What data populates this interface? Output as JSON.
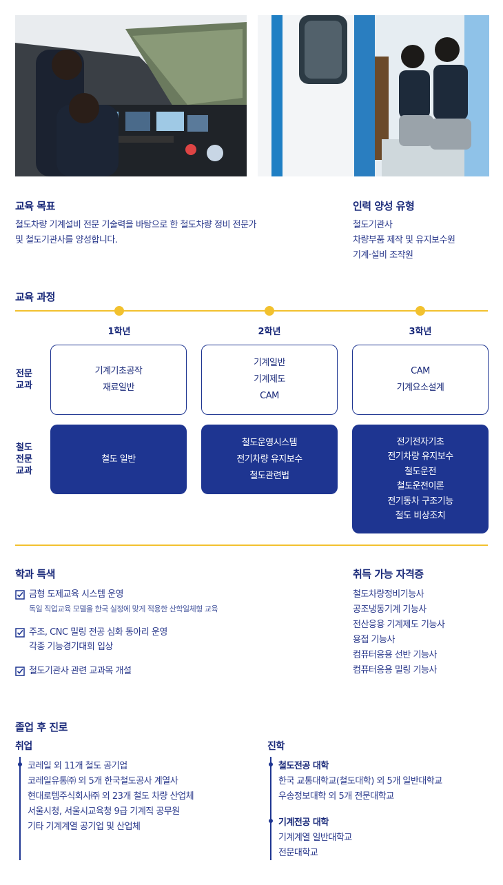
{
  "photos": {
    "left_icon": "train-cab-simulator-photo",
    "right_icon": "train-door-maintenance-photo"
  },
  "goal": {
    "title": "교육 목표",
    "lines": [
      "철도차량 기계설비 전문 기술력을 바탕으로 한 철도차량 정비 전문가",
      "및 철도기관사를 양성합니다."
    ]
  },
  "talent": {
    "title": "인력 양성 유형",
    "lines": [
      "철도기관사",
      "차량부품 제작 및 유지보수원",
      "기계·설비 조작원"
    ]
  },
  "curriculum": {
    "title": "교육 과정",
    "years": [
      "1학년",
      "2학년",
      "3학년"
    ],
    "row_major_label": [
      "전문",
      "교과"
    ],
    "row_rail_label": [
      "철도",
      "전문",
      "교과"
    ],
    "major": [
      [
        "기계기초공작",
        "재료일반"
      ],
      [
        "기계일반",
        "기계제도",
        "CAM"
      ],
      [
        "CAM",
        "기계요소설계"
      ]
    ],
    "rail": [
      [
        "철도 일반"
      ],
      [
        "철도운영시스템",
        "전기차량 유지보수",
        "철도관련법"
      ],
      [
        "전기전자기초",
        "전기차량 유지보수",
        "철도운전",
        "철도운전이론",
        "전기동차 구조기능",
        "철도 비상조치"
      ]
    ],
    "accent_color": "#f2c12e",
    "navy_color": "#1e3591"
  },
  "features": {
    "title": "학과 특색",
    "items": [
      {
        "main": "금형 도제교육 시스템 운영",
        "sub": "독일 직업교육 모델을 한국 실정에 맞게 적용한 산학일체형 교육"
      },
      {
        "main": "주조, CNC 밀링 전공 심화 동아리 운영",
        "main2": "각종 기능경기대회 입상"
      },
      {
        "main": "철도기관사 관련 교과목 개설"
      }
    ]
  },
  "certs": {
    "title": "취득 가능 자격증",
    "lines": [
      "철도차량정비기능사",
      "공조냉동기계 기능사",
      "전산응용 기계제도 기능사",
      "용접 기능사",
      "컴퓨터응용 선반 기능사",
      "컴퓨터응용 밀링 기능사"
    ]
  },
  "career": {
    "title": "졸업 후 진로",
    "job_title": "취업",
    "jobs": [
      "코레일 외 11개 철도 공기업",
      "코레일유통㈜ 외 5개 한국철도공사 계열사",
      "현대로템주식회사㈜ 외 23개 철도 차량 산업체",
      "서울시청, 서울시교육청 9급 기계직 공무원",
      "기타 기계계열 공기업 및 산업체"
    ],
    "study_title": "진학",
    "study_groups": [
      {
        "title": "철도전공 대학",
        "lines": [
          "한국 교통대학교(철도대학) 외 5개 일반대학교",
          "우송정보대학 외 5개 전문대학교"
        ]
      },
      {
        "title": "기계전공 대학",
        "lines": [
          "기계계열 일반대학교",
          "전문대학교"
        ]
      }
    ]
  }
}
